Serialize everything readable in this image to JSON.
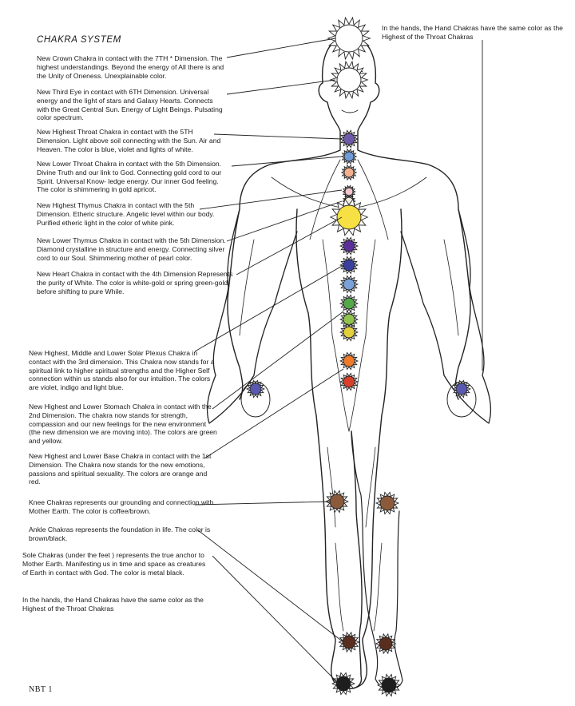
{
  "diagram": {
    "title": "CHAKRA SYSTEM",
    "footer": "NBT 1",
    "hand_note": "In the hands, the Hand Chakras have the same color as the Highest of the Throat Chakras",
    "notes": [
      {
        "id": "crown",
        "text": "New Crown Chakra in contact with the 7TH * Dimension. The highest understandings. Beyond the energy of All there is and the Unity of Oneness. Unexplainable color."
      },
      {
        "id": "third-eye",
        "text": "New Third Eye in contact with 6TH Dimension. Universal energy and the light of stars and Galaxy Hearts. Connects with the Great Central Sun. Energy of Light Beings. Pulsating color spectrum."
      },
      {
        "id": "highest-throat",
        "text": "New Highest Throat Chakra in contact with the 5TH Dimension. Light above soil connecting with the Sun. Air and Heaven. The color is blue, violet and lights of white."
      },
      {
        "id": "lower-throat",
        "text": "New Lower Throat Chakra in contact with the 5th Dimension. Divine Truth and our link to God. Connecting gold cord to our Spirit. Universal Know- ledge energy. Our inner God feeling. The color is shimmering in gold apricot."
      },
      {
        "id": "highest-thymus",
        "text": "New Highest Thymus Chakra in contact with the 5th Dimension. Etheric structure. Angelic level within our body. Purified etheric light in the color of white pink."
      },
      {
        "id": "lower-thymus",
        "text": "New Lower Thymus Chakra in contact with the 5th Dimension. Diamond crystalline in structure and energy. Connecting silver cord to our Soul. Shimmering mother of pearl color."
      },
      {
        "id": "heart",
        "text": "New Heart Chakra in contact with the 4th Dimension Represents the purity of White. The color is white-gold or spring green-gold before shifting to pure While."
      },
      {
        "id": "solar-plexus",
        "text": "New Highest, Middle and Lower Solar Plexus Chakra in contact with the 3rd dimension. This Chakra now stands for a spiritual link to higher spiritual strengths and the Higher Self connection within us stands also for our intuition. The colors are violet, indigo and light blue."
      },
      {
        "id": "stomach",
        "text": "New Highest and Lower Stomach Chakra in contact with the 2nd Dimension. The chakra now stands for strength, compassion and our new feelings for the new environment (the new dimension we are moving into). The colors are green and yellow."
      },
      {
        "id": "base",
        "text": "New Highest and Lower Base Chakra in contact with the 1st Dimension. The Chakra now stands for the new emotions, passions and spiritual sexuality. The colors are orange and red."
      },
      {
        "id": "knee",
        "text": "Knee Chakras represents our grounding and connection with Mother Earth. The color is coffee/brown."
      },
      {
        "id": "ankle",
        "text": "Ankle Chakras represents the foundation in life. The color is brown/black."
      },
      {
        "id": "sole",
        "text": "Sole Chakras (under the feet ) represents the true anchor to Mother Earth. Manifesting us in time and space as creatures of Earth in contact with God. The color is metal black."
      },
      {
        "id": "hands-bottom",
        "text": "In the hands, the Hand Chakras have the same color as the Highest of the Throat Chakras"
      }
    ],
    "chakra_colors": {
      "crown": "#ffffff",
      "third_eye": "#ffffff",
      "throat_1": "#6e5aa8",
      "throat_2": "#6f9bd6",
      "throat_3": "#f2b08e",
      "thymus_1": "#f3c6cf",
      "thymus_2": "#f1ede0",
      "heart": "#f6e043",
      "solar_1": "#5a2f9a",
      "solar_2": "#3a3fa0",
      "solar_3": "#7aa2d8",
      "stomach_1": "#54a84a",
      "stomach_2": "#8fc34c",
      "stomach_3": "#e2d03c",
      "base_1": "#ee7a2a",
      "base_2": "#d7402a",
      "knee": "#8a5a3a",
      "ankle": "#5a2e1e",
      "sole": "#1e1e1e",
      "hand": "#5a59b0"
    }
  }
}
